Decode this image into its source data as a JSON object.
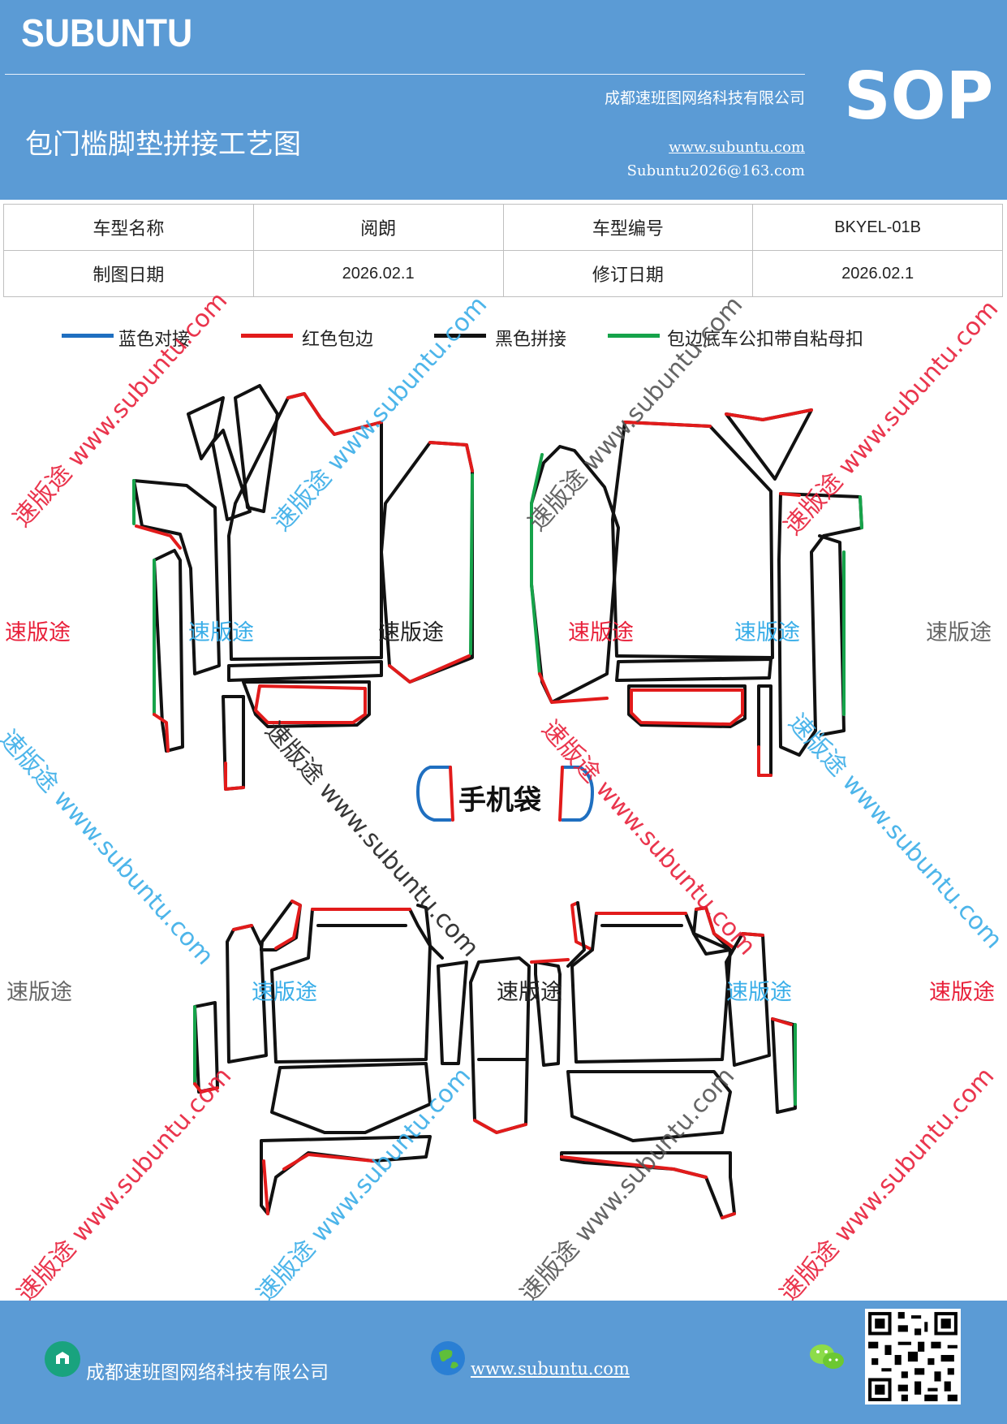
{
  "header": {
    "brand": "SUBUNTU",
    "company": "成都速班图网络科技有限公司",
    "title": "包门槛脚垫拼接工艺图",
    "website": "www.subuntu.com",
    "email": "Subuntu2026@163.com",
    "sop": "SOP"
  },
  "info_table": {
    "row1": {
      "label1": "车型名称",
      "value1": "阅朗",
      "label2": "车型编号",
      "value2": "BKYEL-01B"
    },
    "row2": {
      "label1": "制图日期",
      "value1": "2026.02.1",
      "label2": "修订日期",
      "value2": "2026.02.1"
    }
  },
  "legend": [
    {
      "label": "蓝色对接",
      "color": "#1f6fc0"
    },
    {
      "label": "红色包边",
      "color": "#e21b1b"
    },
    {
      "label": "黑色拼接",
      "color": "#111111"
    },
    {
      "label": "包边底车公扣带自粘母扣",
      "color": "#16a34a"
    }
  ],
  "diagram": {
    "phone_bag_label": "手机袋"
  },
  "watermarks": {
    "brand": "速版途",
    "url_line": "速版途 www.subuntu.com",
    "url": "www.subuntu.com",
    "colors": {
      "red": "#e8203a",
      "blue": "#3aaee8",
      "gray": "#666666",
      "black": "#222222"
    }
  },
  "footer": {
    "company": "成都速班图网络科技有限公司",
    "website": "www.subuntu.com"
  }
}
